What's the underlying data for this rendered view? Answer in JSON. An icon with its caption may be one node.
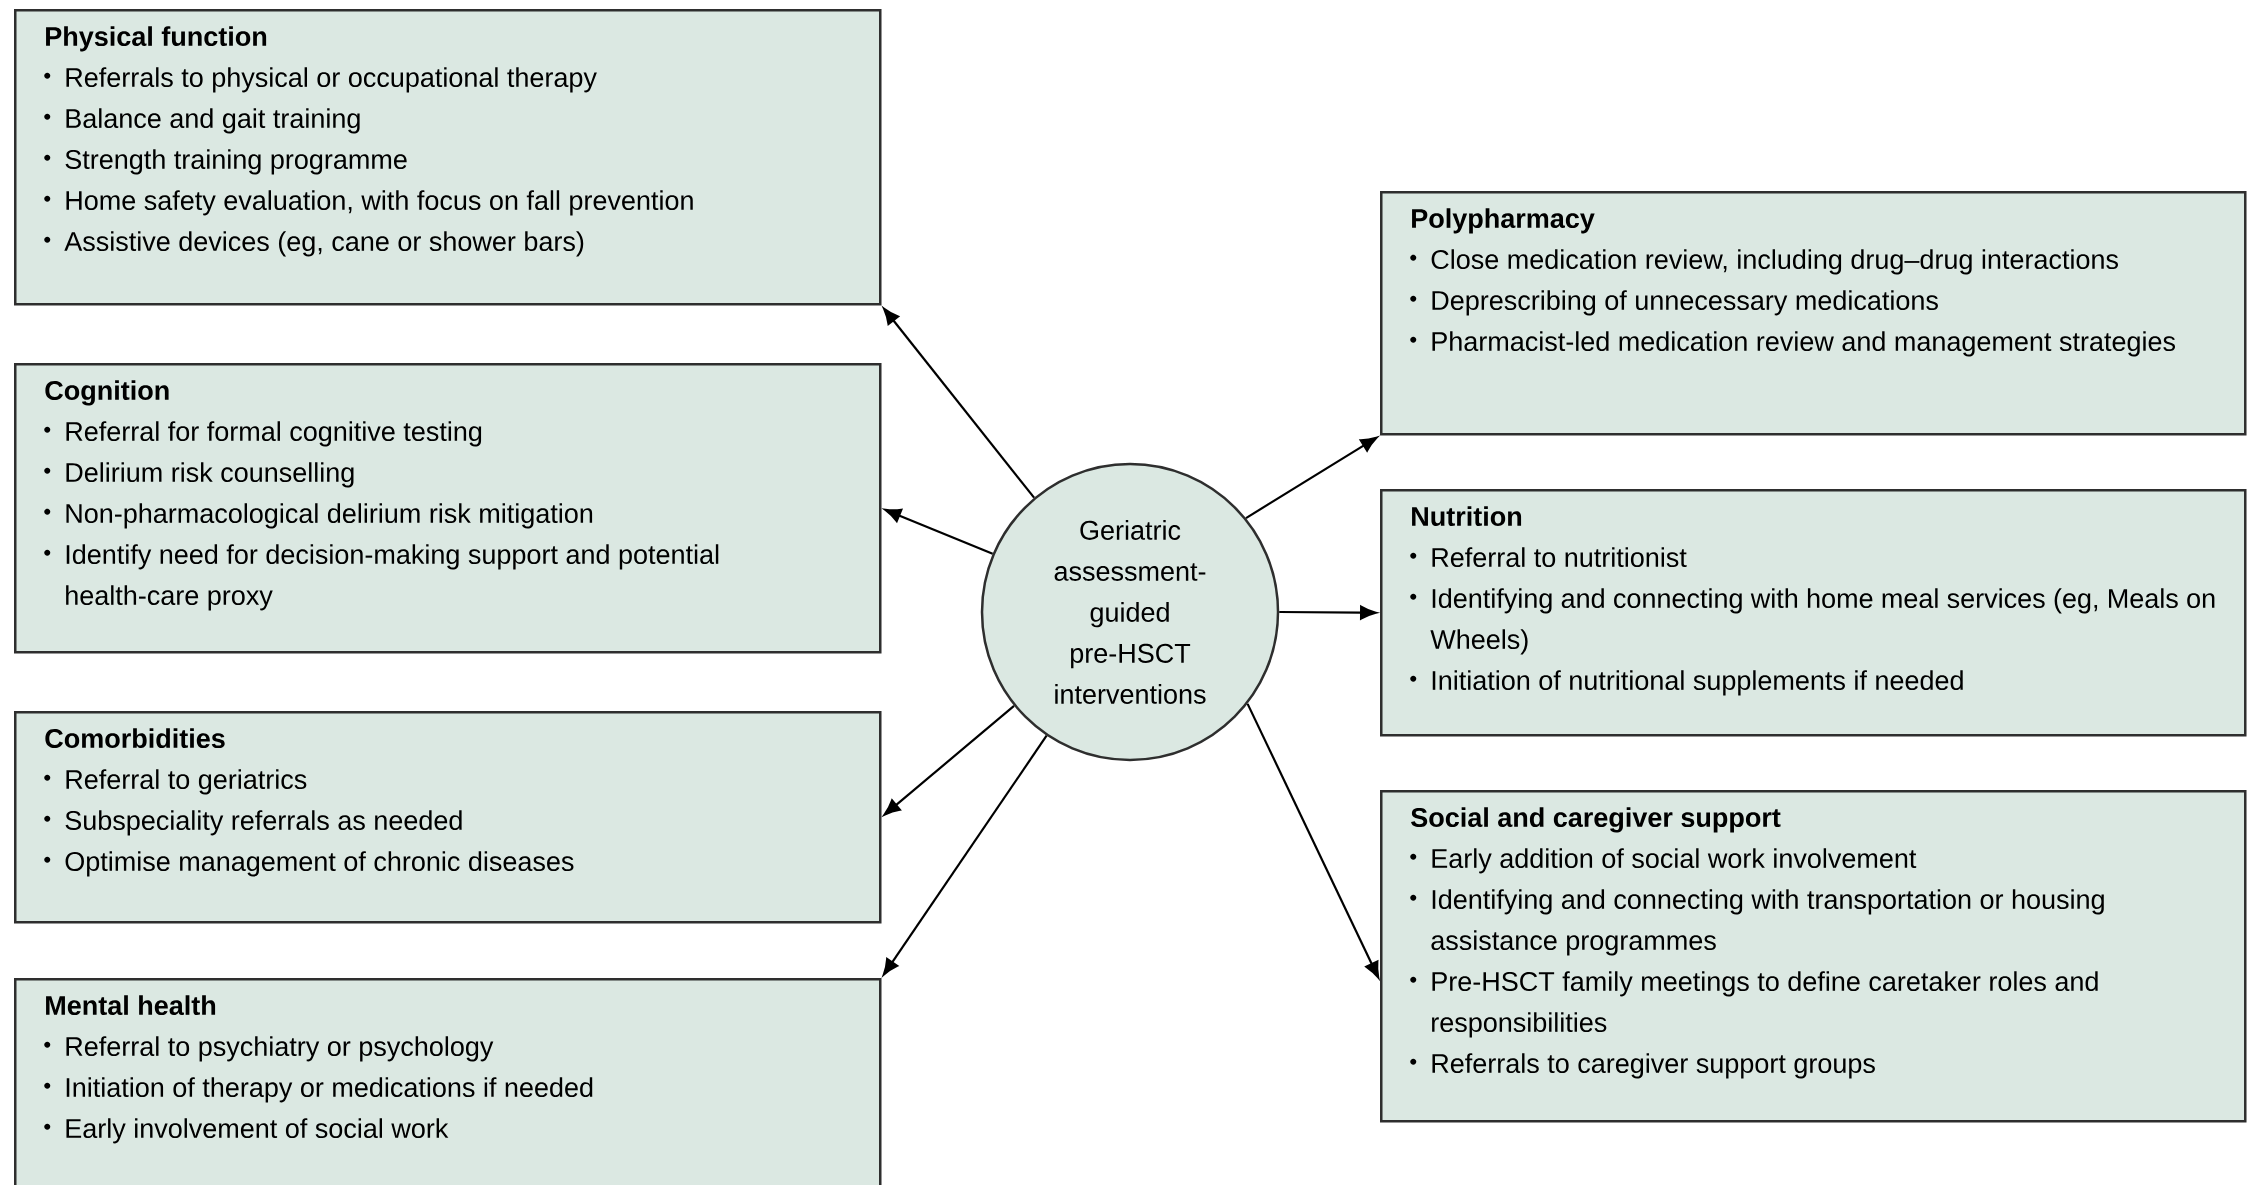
{
  "diagram": {
    "nodes": [
      {
        "text": [
          "Physical function",
          "Referrals to physical or occupational therapy",
          "Balance and gait training",
          "Strength training programme",
          "Home safety evaluation, with focus on fall prevention",
          "Assistive devices (eg, cane or shower bars)"
        ]
      },
      {
        "text": [
          "Cognition",
          "Referral for formal cognitive testing",
          "Delirium risk counselling",
          "Non-pharmacological delirium risk mitigation",
          "Identify need for decision-making support and potential health-care proxy"
        ]
      },
      {
        "text": [
          "Comorbidities",
          "Referral to geriatrics",
          "Subspeciality referrals as needed",
          "Optimise management of chronic diseases"
        ]
      },
      {
        "text": [
          "Mental health",
          "Referral to psychiatry or psychology",
          "Initiation of therapy or medications if needed",
          "Early involvement of social work"
        ]
      },
      {
        "text": [
          "Geriatric assessment-guided pre-HSCT interventions"
        ]
      },
      {
        "text": [
          "Polypharmacy",
          "Close medication review, including drug–drug interactions",
          "Deprescribing of unnecessary medications",
          "Pharmacist-led medication review and management strategies"
        ]
      },
      {
        "text": [
          "Nutrition",
          "Referral to nutritionist",
          "Identifying and connecting with home meal services (eg, Meals on Wheels)",
          "Initiation of nutritional supplements if needed"
        ]
      },
      {
        "text": [
          "Social and caregiver support",
          "Early addition of social work involvement",
          "Identifying and connecting with transportation or housing assistance programmes",
          "Pre-HSCT family meetings to define caretaker roles and responsibilities",
          "Referrals to caregiver support groups"
        ]
      }
    ],
    "edges": [
      {
        "from": 4,
        "to": 0,
        "arrow": "to"
      },
      {
        "from": 4,
        "to": 1,
        "arrow": "to"
      },
      {
        "from": 4,
        "to": 2,
        "arrow": "to"
      },
      {
        "from": 4,
        "to": 3,
        "arrow": "to"
      },
      {
        "from": 4,
        "to": 5,
        "arrow": "to"
      },
      {
        "from": 4,
        "to": 6,
        "arrow": "to"
      },
      {
        "from": 4,
        "to": 7,
        "arrow": "to"
      }
    ]
  }
}
